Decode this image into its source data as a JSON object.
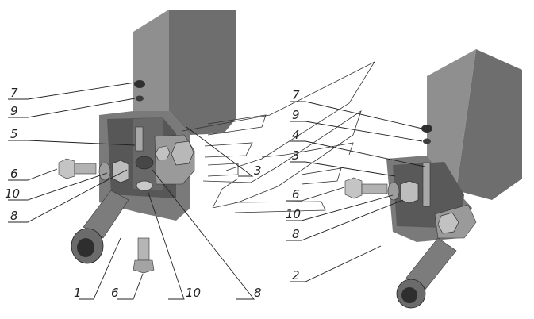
{
  "diagram": {
    "callouts": [
      {
        "id": "c1",
        "label": "7"
      },
      {
        "id": "c2",
        "label": "9"
      },
      {
        "id": "c3",
        "label": "5"
      },
      {
        "id": "c4",
        "label": "6"
      },
      {
        "id": "c5",
        "label": "10"
      },
      {
        "id": "c6",
        "label": "8"
      },
      {
        "id": "c7",
        "label": "1"
      },
      {
        "id": "c8",
        "label": "6"
      },
      {
        "id": "c9",
        "label": "10"
      },
      {
        "id": "c10",
        "label": "8"
      },
      {
        "id": "c11",
        "label": "3"
      },
      {
        "id": "c12",
        "label": "7"
      },
      {
        "id": "c13",
        "label": "9"
      },
      {
        "id": "c14",
        "label": "4"
      },
      {
        "id": "c15",
        "label": "3"
      },
      {
        "id": "c16",
        "label": "6"
      },
      {
        "id": "c17",
        "label": "10"
      },
      {
        "id": "c18",
        "label": "8"
      },
      {
        "id": "c19",
        "label": "2"
      }
    ]
  },
  "colors": {
    "beam_face": "#8f8f8f",
    "beam_side": "#6e6e6e",
    "beam_dark": "#555555",
    "steel": "#b5b5b5",
    "line": "#222222"
  }
}
